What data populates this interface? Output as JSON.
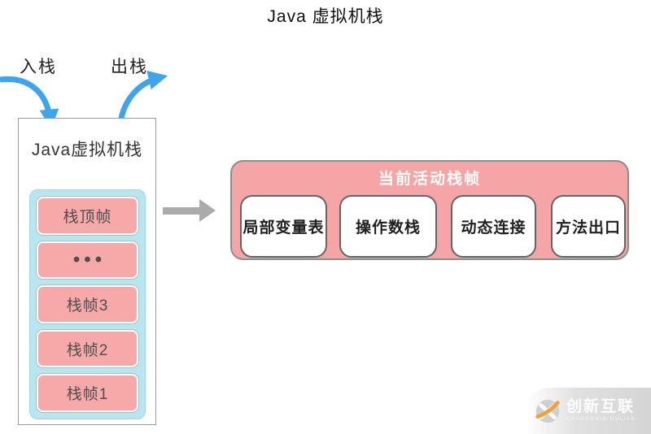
{
  "page": {
    "title": "Java 虚拟机栈"
  },
  "stack": {
    "push_label": "入栈",
    "pop_label": "出栈",
    "container_label": "Java虚拟机栈",
    "frames": [
      "栈顶帧",
      "•••",
      "栈帧3",
      "栈帧2",
      "栈帧1"
    ]
  },
  "active_frame": {
    "title": "当前活动栈帧",
    "items": [
      "局部变量表",
      "操作数栈",
      "动态连接",
      "方法出口"
    ]
  },
  "watermark": {
    "brand": "创新互联",
    "subtext": "CHUANGXIN HULIAN"
  },
  "colors": {
    "frame_pink": "#f5a5a5",
    "stack_cyan": "#b9e6ee",
    "arrow_blue": "#3fa4ec",
    "arrow_gray": "#ababab",
    "logo_orange": "#f0a03c"
  }
}
